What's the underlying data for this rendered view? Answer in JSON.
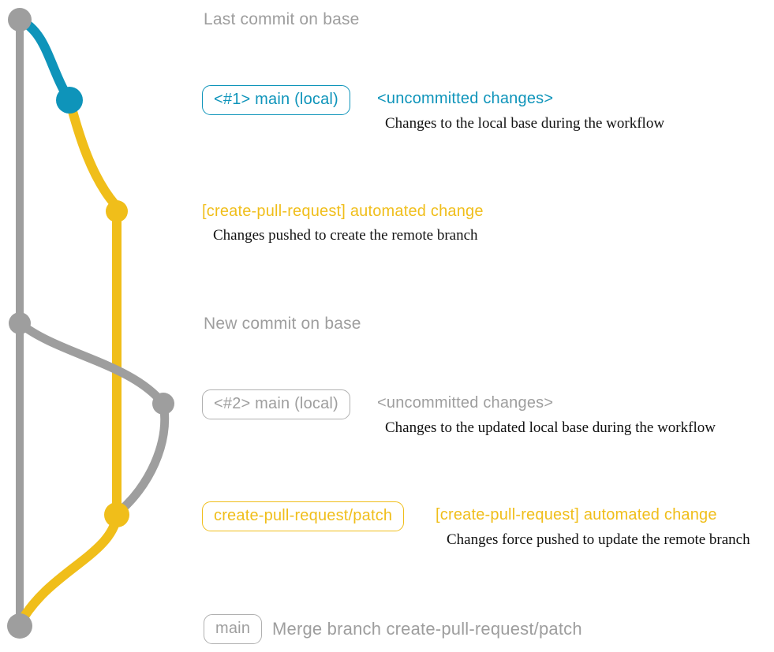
{
  "diagram": {
    "colors": {
      "base_gray": "#9e9e9e",
      "local_blue": "#0e94ba",
      "branch_yellow": "#f0be1a",
      "label_border_gray": "#b0b0b0",
      "description_black": "#111111"
    },
    "events": [
      {
        "id": "last-commit-on-base",
        "title": "Last commit on base"
      },
      {
        "id": "local-changes-1",
        "badge": "<#1> main (local)",
        "heading": "<uncommitted changes>",
        "description": "Changes to the local base during the workflow"
      },
      {
        "id": "automated-change-1",
        "heading": "[create-pull-request] automated change",
        "description": "Changes pushed to create the remote branch"
      },
      {
        "id": "new-commit-on-base",
        "title": "New commit on base"
      },
      {
        "id": "local-changes-2",
        "badge": "<#2> main (local)",
        "heading": "<uncommitted changes>",
        "description": "Changes to the updated local base during the workflow"
      },
      {
        "id": "automated-change-2",
        "badge": "create-pull-request/patch",
        "heading": "[create-pull-request] automated change",
        "description": "Changes force pushed to update the remote branch"
      },
      {
        "id": "merge-commit",
        "badge": "main",
        "title": "Merge branch create-pull-request/patch"
      }
    ]
  }
}
